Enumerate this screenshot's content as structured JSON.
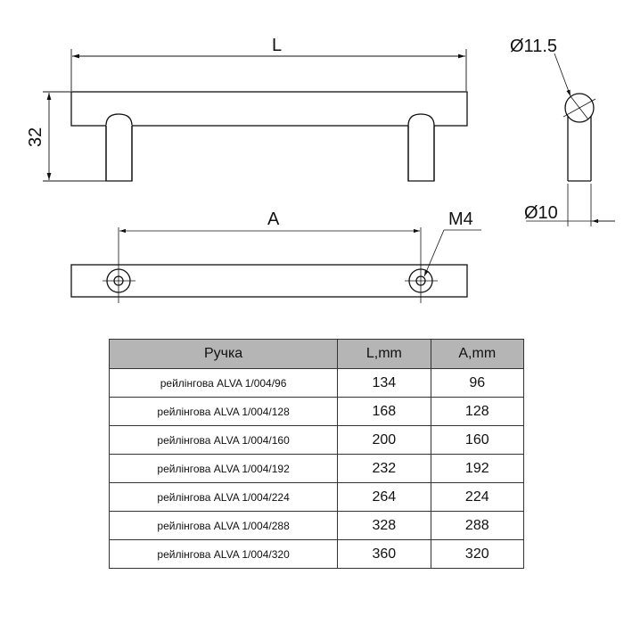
{
  "drawing": {
    "dim_L": "L",
    "dim_32": "32",
    "dim_A": "A",
    "dim_M4": "M4",
    "dim_d115": "Ø11.5",
    "dim_d10": "Ø10"
  },
  "table": {
    "headers": [
      "Ручка",
      "L,mm",
      "A,mm"
    ],
    "rows": [
      {
        "name": "рейлінгова ALVA 1/004/96",
        "L": "134",
        "A": "96"
      },
      {
        "name": "рейлінгова ALVA 1/004/128",
        "L": "168",
        "A": "128"
      },
      {
        "name": "рейлінгова ALVA 1/004/160",
        "L": "200",
        "A": "160"
      },
      {
        "name": "рейлінгова ALVA  1/004/192",
        "L": "232",
        "A": "192"
      },
      {
        "name": "рейлінгова ALVA  1/004/224",
        "L": "264",
        "A": "224"
      },
      {
        "name": "рейлінгова ALVA  1/004/288",
        "L": "328",
        "A": "288"
      },
      {
        "name": "рейлінгова ALVA  1/004/320",
        "L": "360",
        "A": "320"
      }
    ]
  }
}
